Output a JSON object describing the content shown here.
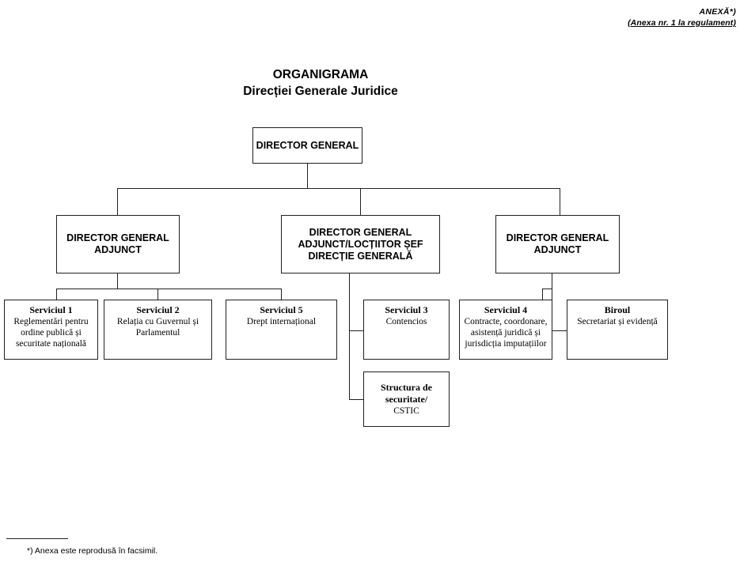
{
  "header": {
    "annex_label": "ANEXĂ*)",
    "annex_reference": "(Anexa nr. 1 la regulament)"
  },
  "title": {
    "line1": "ORGANIGRAMA",
    "line2": "Direcției Generale Juridice"
  },
  "nodes": {
    "director_general": {
      "label": "DIRECTOR GENERAL"
    },
    "adjunct_left": {
      "label": "DIRECTOR GENERAL ADJUNCT"
    },
    "adjunct_center": {
      "label": "DIRECTOR GENERAL ADJUNCT/LOCȚIITOR ȘEF DIRECȚIE GENERALĂ"
    },
    "adjunct_right": {
      "label": "DIRECTOR GENERAL ADJUNCT"
    },
    "serviciul1": {
      "name": "Serviciul 1",
      "desc": "Reglementări pentru ordine publică și securitate națională"
    },
    "serviciul2": {
      "name": "Serviciul 2",
      "desc": "Relația cu Guvernul și Parlamentul"
    },
    "serviciul5": {
      "name": "Serviciul 5",
      "desc": "Drept internațional"
    },
    "serviciul3": {
      "name": "Serviciul 3",
      "desc": "Contencios"
    },
    "serviciul4": {
      "name": "Serviciul 4",
      "desc": "Contracte, coordonare, asistență juridică și jurisdicția imputațiilor"
    },
    "biroul": {
      "name": "Biroul",
      "desc": "Secretariat și evidență"
    },
    "structura_securitate": {
      "name": "Structura de securitate/",
      "desc": "CSTIC"
    }
  },
  "footnote": {
    "text": "*) Anexa este reprodusă în facsimil."
  },
  "colors": {
    "line": "#231f20",
    "background": "#ffffff",
    "text": "#000000"
  }
}
